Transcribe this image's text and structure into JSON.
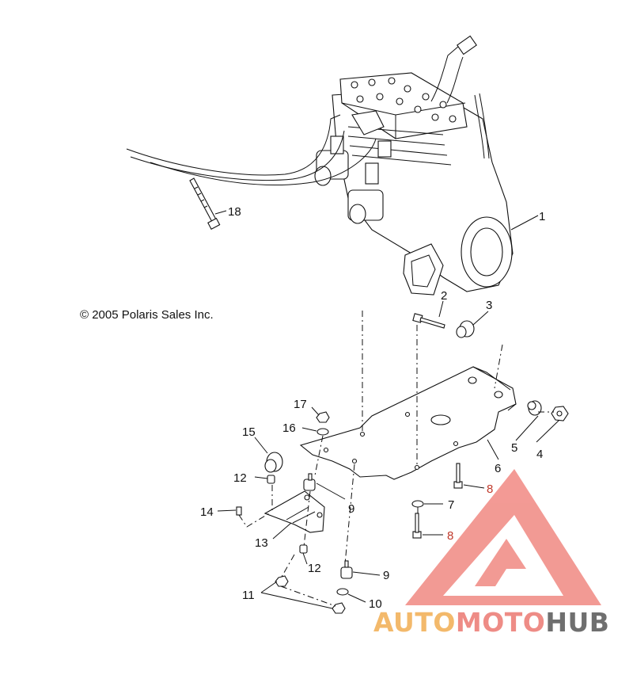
{
  "copyright": "© 2005 Polaris Sales Inc.",
  "callouts": {
    "c1": "1",
    "c2": "2",
    "c3": "3",
    "c4": "4",
    "c5": "5",
    "c6": "6",
    "c7": "7",
    "c8a": "8",
    "c8b": "8",
    "c9a": "9",
    "c9b": "9",
    "c10": "10",
    "c11": "11",
    "c12a": "12",
    "c12b": "12",
    "c13": "13",
    "c14": "14",
    "c15": "15",
    "c16": "16",
    "c17": "17",
    "c18": "18"
  },
  "watermark": {
    "part1": "AUTO",
    "part2": "MOTO",
    "part3": "HUB",
    "colors": {
      "auto": "#f3b96b",
      "moto": "#ee8c86",
      "hub": "#6f6f6f",
      "triangle": "#f0817a"
    }
  }
}
